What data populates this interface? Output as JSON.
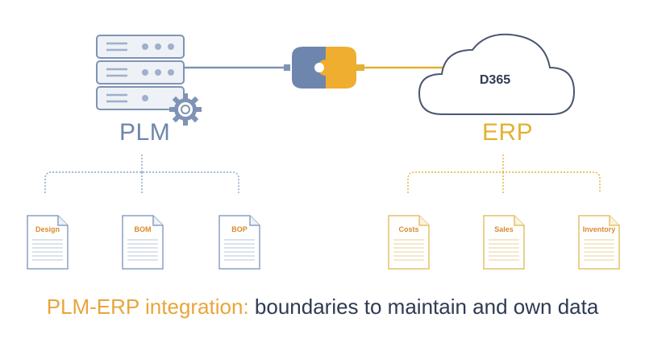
{
  "plm": {
    "label": "PLM",
    "documents": [
      "Design",
      "BOM",
      "BOP"
    ]
  },
  "erp": {
    "label": "ERP",
    "cloud_text": "D365",
    "documents": [
      "Costs",
      "Sales",
      "Inventory"
    ]
  },
  "caption": {
    "highlight": "PLM-ERP integration:",
    "rest": " boundaries to maintain and own data"
  },
  "icons": [
    "server-icon",
    "gear-icon",
    "plug-connector-icon",
    "cloud-icon",
    "document-icon"
  ],
  "colors": {
    "plm_blue": "#6e86ad",
    "erp_gold": "#e3b133",
    "caption_orange": "#e9a53a",
    "caption_dark": "#2f3b52",
    "doc_label": "#d98a2b"
  }
}
